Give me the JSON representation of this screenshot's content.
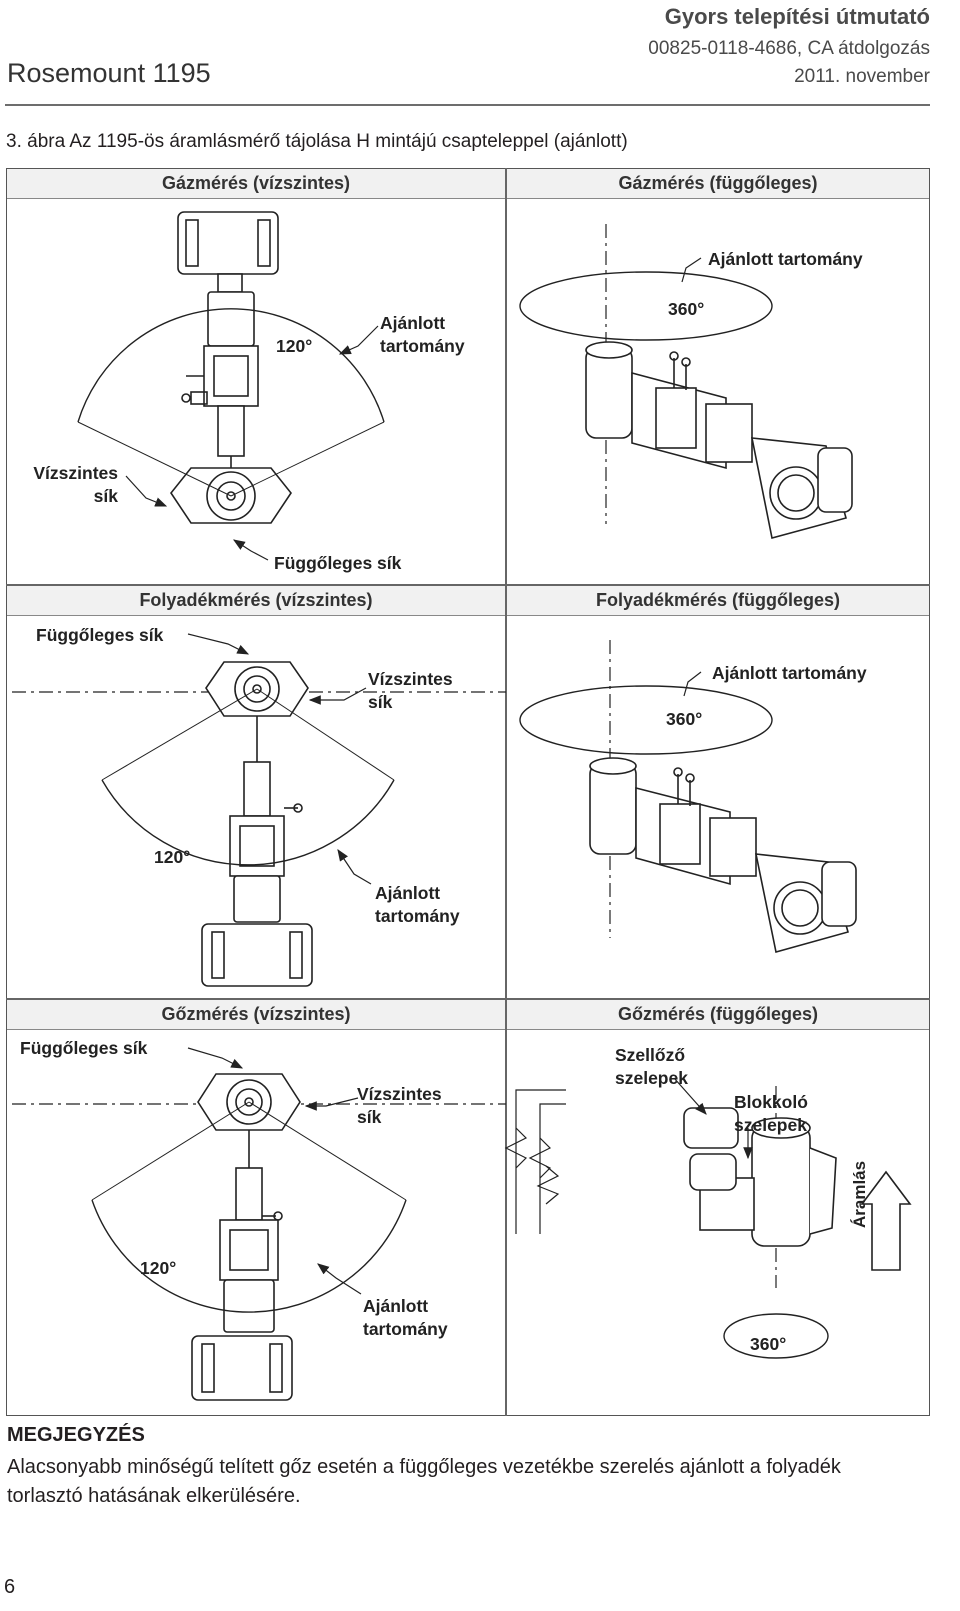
{
  "header": {
    "title": "Gyors telepítési útmutató",
    "doc_number": "00825-0118-4686, CA átdolgozás",
    "date": "2011. november",
    "product": "Rosemount 1195"
  },
  "figure": {
    "caption": "3. ábra  Az 1195-ös áramlásmérő tájolása H mintájú csapteleppel (ajánlott)"
  },
  "panels": {
    "gas_horizontal": {
      "title": "Gázmérés (vízszintes)",
      "angle": "120°",
      "range": "Ajánlott\ntartomány",
      "horizontal_plane": "Vízszintes\nsík",
      "vertical_plane": "Függőleges sík"
    },
    "gas_vertical": {
      "title": "Gázmérés (függőleges)",
      "range": "Ajánlott tartomány",
      "angle": "360°"
    },
    "liquid_horizontal": {
      "title": "Folyadékmérés (vízszintes)",
      "vertical_plane": "Függőleges sík",
      "horizontal_plane": "Vízszintes\nsík",
      "angle": "120°",
      "range": "Ajánlott\ntartomány"
    },
    "liquid_vertical": {
      "title": "Folyadékmérés (függőleges)",
      "range": "Ajánlott tartomány",
      "angle": "360°"
    },
    "steam_horizontal": {
      "title": "Gőzmérés (vízszintes)",
      "vertical_plane": "Függőleges sík",
      "horizontal_plane": "Vízszintes\nsík",
      "angle": "120°",
      "range": "Ajánlott\ntartomány"
    },
    "steam_vertical": {
      "title": "Gőzmérés (függőleges)",
      "vent_valves": "Szellőző\nszelepek",
      "block_valves": "Blokkoló\nszelepek",
      "flow": "Áramlás",
      "angle": "360°"
    }
  },
  "note": {
    "title": "MEGJEGYZÉS",
    "text": "Alacsonyabb minőségű telített gőz esetén a függőleges vezetékbe szerelés ajánlott a folyadék torlasztó hatásának elkerülésére."
  },
  "page_number": "6"
}
